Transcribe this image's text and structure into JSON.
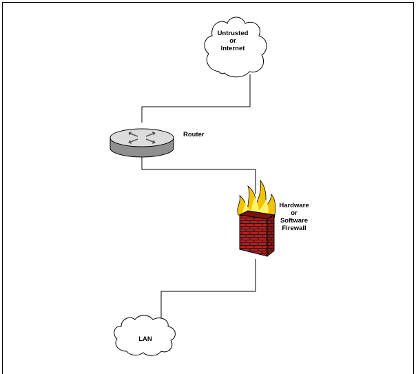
{
  "nodes": {
    "internet": {
      "label_lines": [
        "Untrusted",
        "or",
        "Internet"
      ],
      "shape": "cloud-icon"
    },
    "router": {
      "label": "Router",
      "shape": "router-icon"
    },
    "firewall": {
      "label_lines": [
        "Hardware",
        "or",
        "Software",
        "Firewall"
      ],
      "shape": "firewall-icon"
    },
    "lan": {
      "label": "LAN",
      "shape": "cloud-icon"
    }
  },
  "connections": [
    {
      "from": "internet",
      "to": "router"
    },
    {
      "from": "router",
      "to": "firewall"
    },
    {
      "from": "firewall",
      "to": "lan"
    }
  ],
  "colors": {
    "line": "#000000",
    "cloud_fill": "#ffffff",
    "router_top": "#dcdcdc",
    "router_side": "#8f8f8f",
    "brick": "#b81e1e",
    "mortar": "#1a1a1a",
    "flame_outer": "#f2c400",
    "flame_inner": "#fff36a"
  }
}
